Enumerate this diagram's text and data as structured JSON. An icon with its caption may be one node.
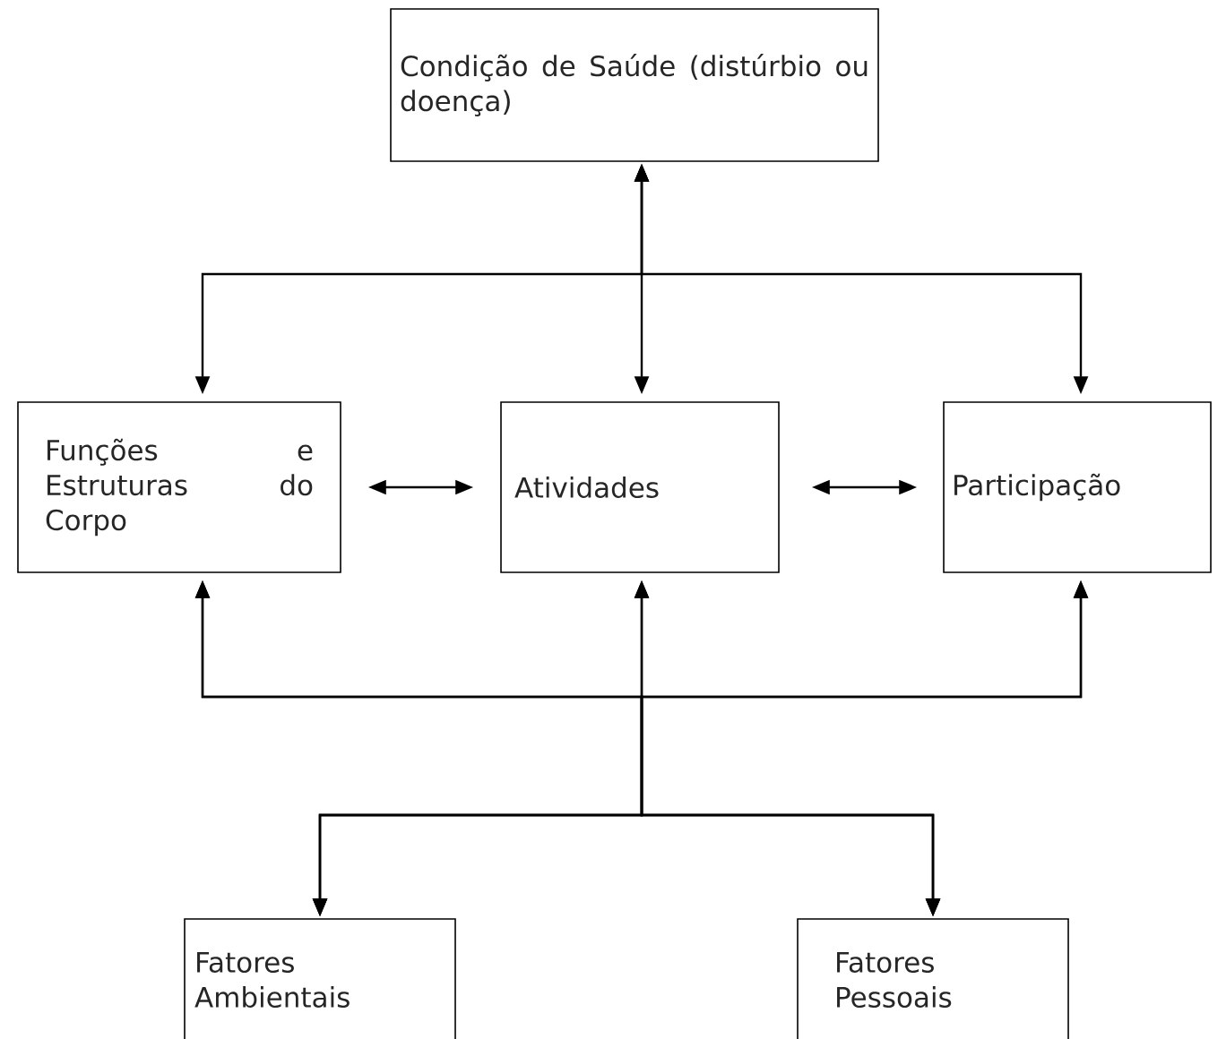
{
  "diagram": {
    "nodes": [
      {
        "text": [
          "Condição de Saúde (distúrbio ou doença)"
        ]
      },
      {
        "text": [
          "Funções e Estruturas do Corpo"
        ]
      },
      {
        "text": [
          "Atividades"
        ]
      },
      {
        "text": [
          "Participação"
        ]
      },
      {
        "text": [
          "Fatores Ambientais"
        ]
      },
      {
        "text": [
          "Fatores Pessoais"
        ]
      }
    ],
    "edges": [
      {
        "from": 0,
        "to": 1,
        "arrow": "both"
      },
      {
        "from": 0,
        "to": 2,
        "arrow": "both"
      },
      {
        "from": 0,
        "to": 3,
        "arrow": "both"
      },
      {
        "from": 1,
        "to": 2,
        "arrow": "both"
      },
      {
        "from": 2,
        "to": 3,
        "arrow": "both"
      },
      {
        "from": 4,
        "to": 1,
        "arrow": "both"
      },
      {
        "from": 4,
        "to": 2,
        "arrow": "both"
      },
      {
        "from": 4,
        "to": 3,
        "arrow": "both"
      },
      {
        "from": 5,
        "to": 1,
        "arrow": "both"
      },
      {
        "from": 5,
        "to": 2,
        "arrow": "both"
      },
      {
        "from": 5,
        "to": 3,
        "arrow": "both"
      }
    ]
  }
}
